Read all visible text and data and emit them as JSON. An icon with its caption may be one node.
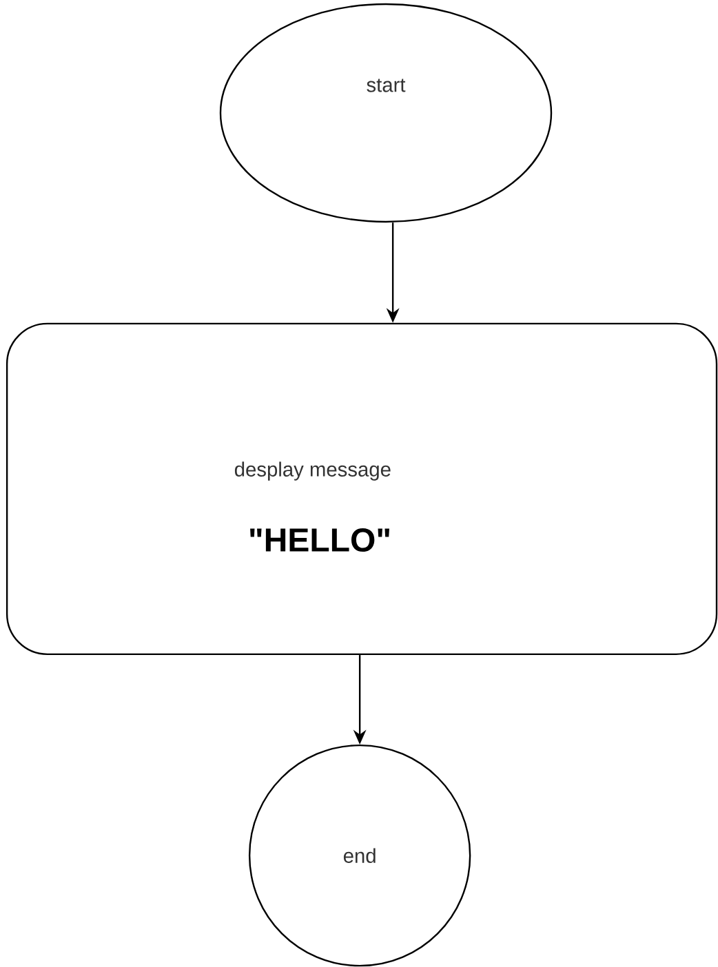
{
  "diagram": {
    "nodes": [
      {
        "text": [
          "start"
        ]
      },
      {
        "text": [
          "desplay message",
          "\"HELLO\""
        ]
      },
      {
        "text": [
          "end"
        ]
      }
    ],
    "edges": [
      {
        "from": 0,
        "to": 1,
        "arrow": "to"
      },
      {
        "from": 1,
        "to": 2,
        "arrow": "to"
      }
    ]
  }
}
